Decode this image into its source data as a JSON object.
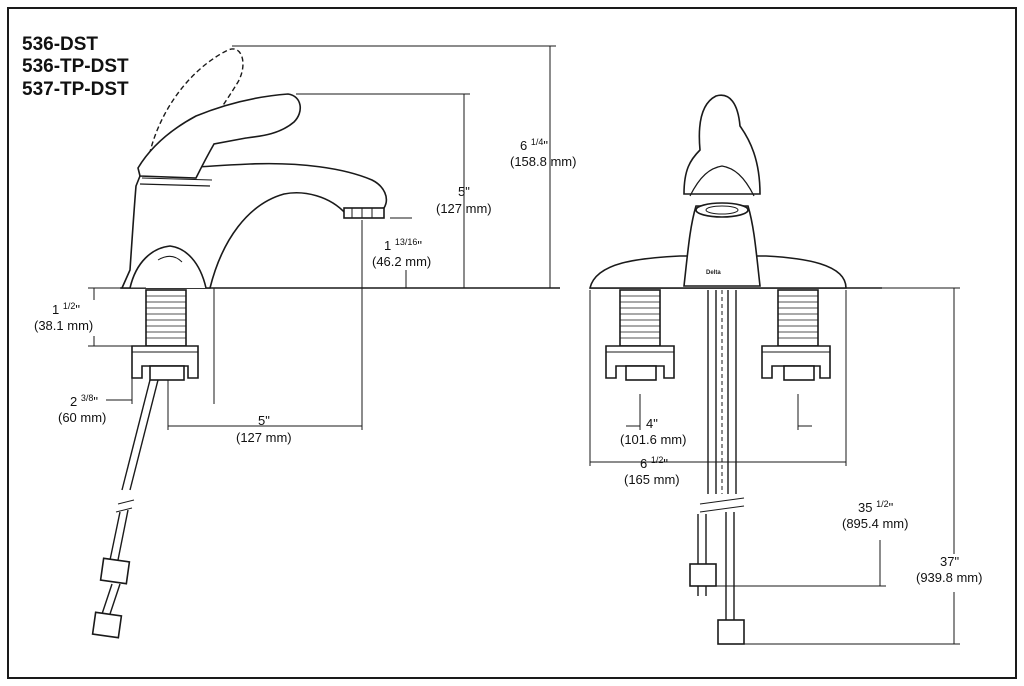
{
  "models": [
    "536-DST",
    "536-TP-DST",
    "537-TP-DST"
  ],
  "brand": "Delta",
  "dimensions": {
    "overall_height": {
      "whole": "6",
      "fraction": "1/4",
      "metric": "(158.8 mm)"
    },
    "spout_height": {
      "whole": "5\"",
      "metric": "(127 mm)"
    },
    "aerator_clearance": {
      "whole": "1",
      "fraction": "13/16",
      "metric": "(46.2 mm)"
    },
    "shank_length": {
      "whole": "1",
      "fraction": "1/2",
      "metric": "(38.1 mm)"
    },
    "base_depth": {
      "whole": "2",
      "fraction": "3/8",
      "metric": "(60 mm)"
    },
    "spout_reach": {
      "whole": "5\"",
      "metric": "(127 mm)"
    },
    "center_spacing": {
      "whole": "4\"",
      "metric": "(101.6 mm)"
    },
    "base_width": {
      "whole": "6",
      "fraction": "1/2",
      "metric": "(165 mm)"
    },
    "supply_length": {
      "whole": "35",
      "fraction": "1/2",
      "metric": "(895.4 mm)"
    },
    "tube_length": {
      "whole": "37\"",
      "metric": "(939.8 mm)"
    }
  }
}
